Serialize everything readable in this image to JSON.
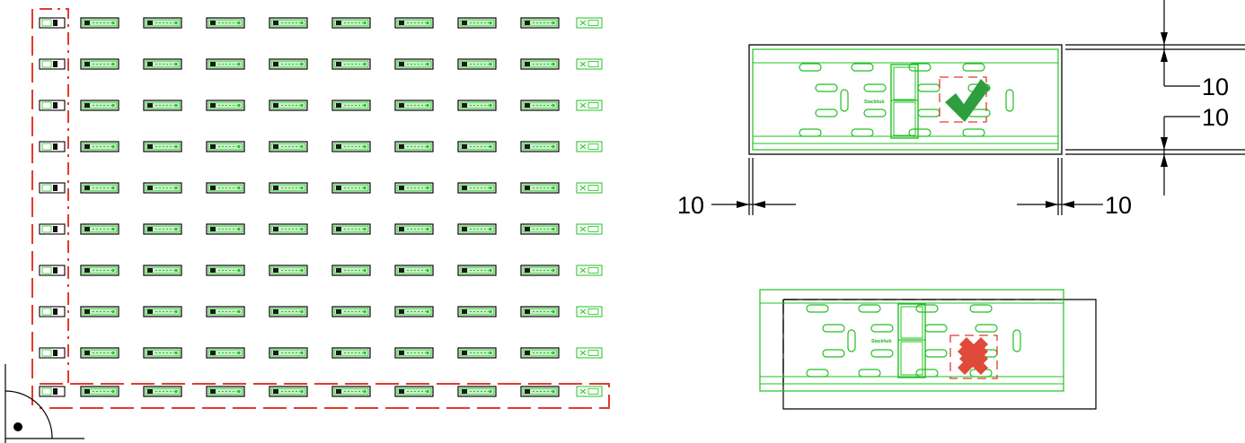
{
  "colors": {
    "tray_green": "#22c022",
    "tray_light": "#9fe89f",
    "boundary_red": "#e23b2e",
    "ink": "#000000",
    "check_green": "#2e9e3e",
    "cross_red": "#e04a3a"
  },
  "grid": {
    "rows": 10,
    "columns": 10
  },
  "correct_example": {
    "dimensions": {
      "top_right": "10",
      "right_lower": "10",
      "left_bottom": "10",
      "right_bottom": "10"
    },
    "tray_label": "Stackhub",
    "status_icon": "check-mark-icon"
  },
  "incorrect_example": {
    "tray_label": "Stackhub",
    "status_icon": "cross-mark-icon"
  }
}
